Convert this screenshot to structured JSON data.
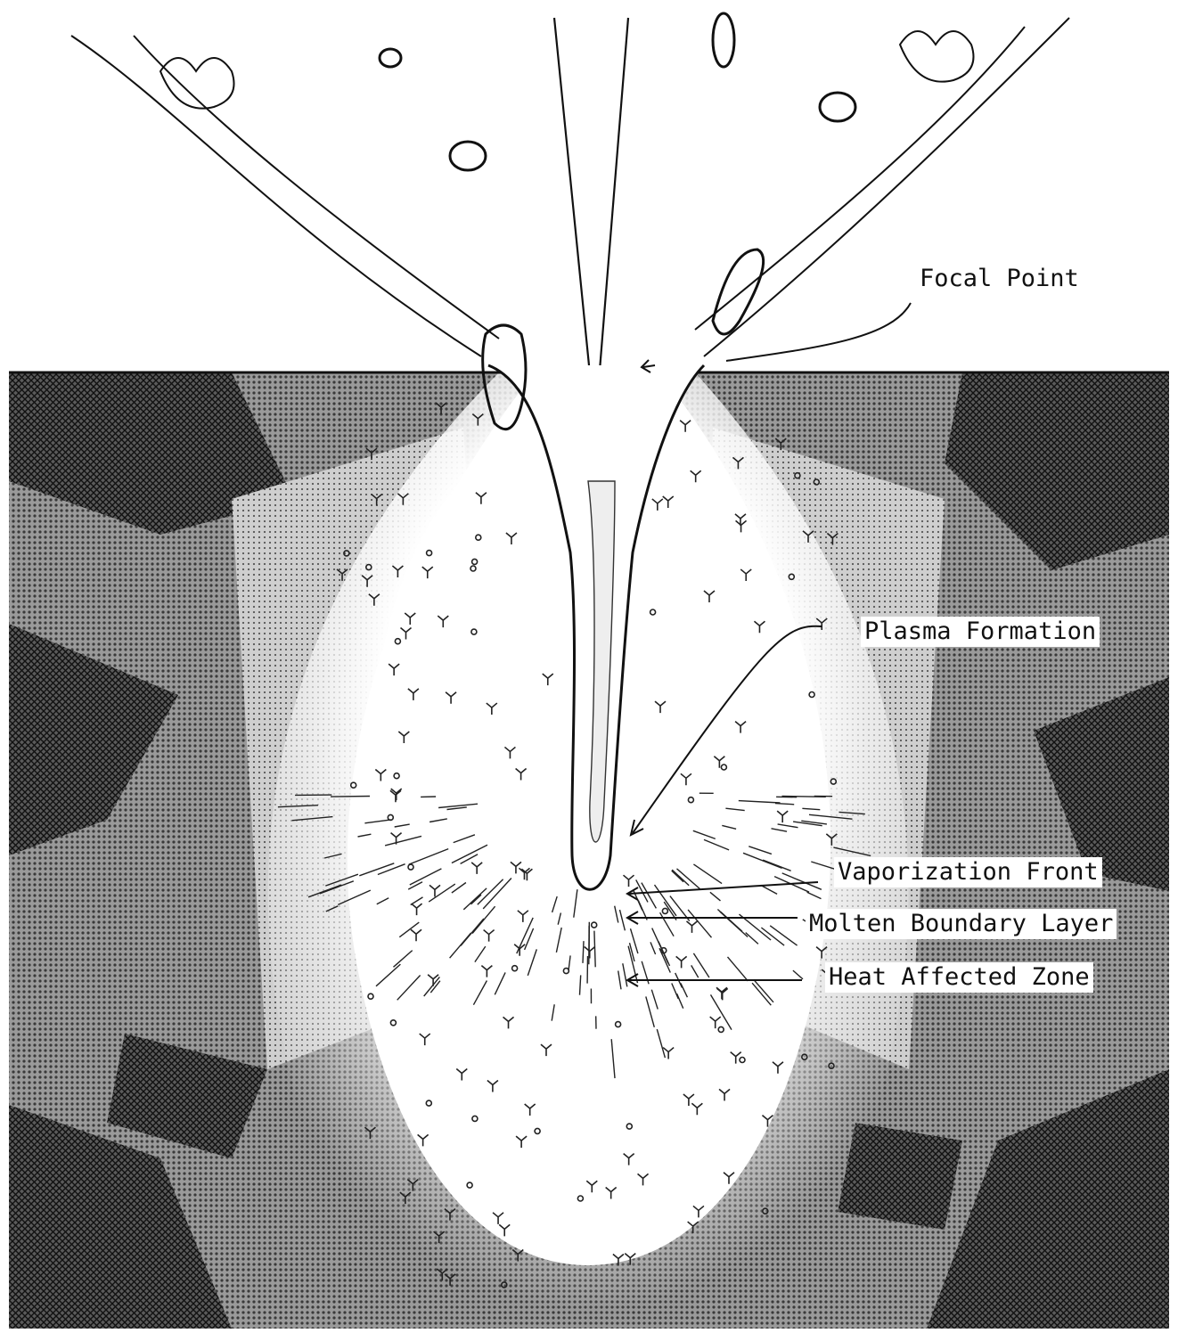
{
  "labels": {
    "focal_point": "Focal Point",
    "plasma_formation": "Plasma Formation",
    "vaporization_front": "Vaporization Front",
    "molten_boundary_layer": "Molten Boundary Layer",
    "heat_affected_zone": "Heat Affected Zone"
  },
  "colors": {
    "ink": "#111111",
    "paper": "#ffffff",
    "material_dark": "#2a2a2a",
    "material_mid": "#8a8a8a",
    "material_light": "#c8c8c8"
  }
}
